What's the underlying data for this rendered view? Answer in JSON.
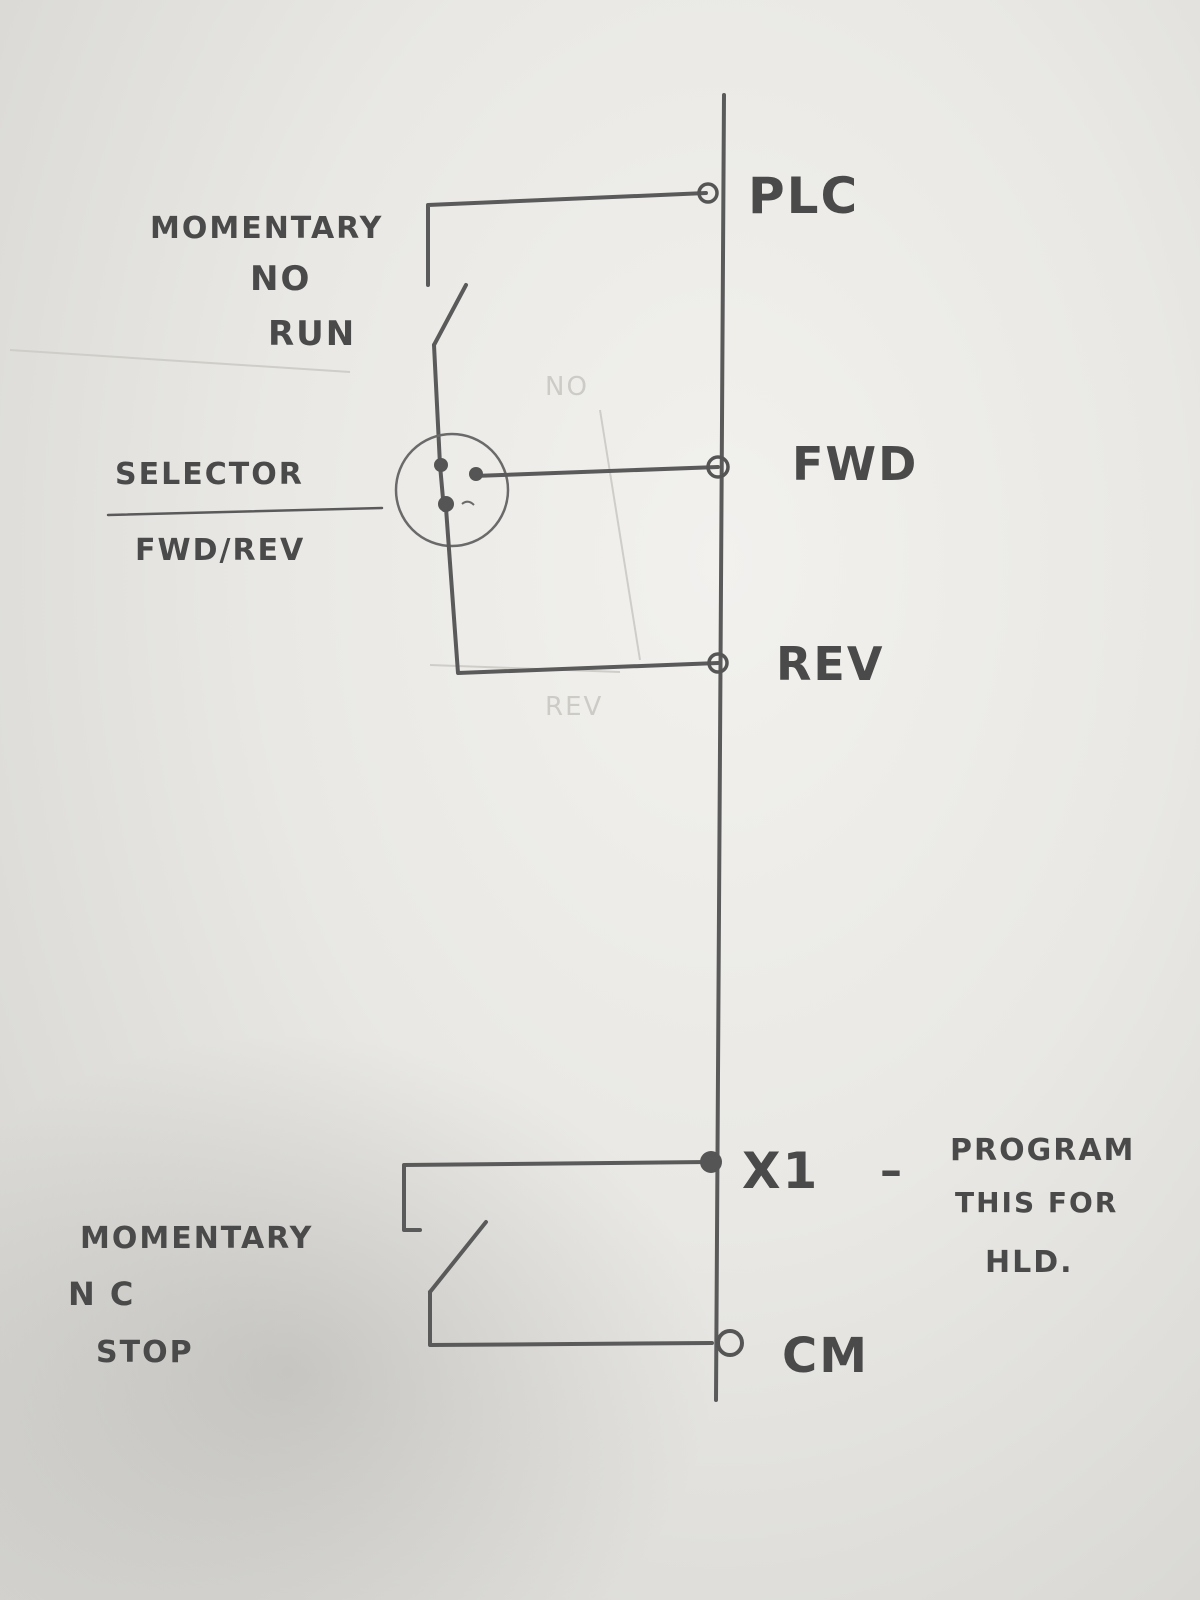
{
  "labels": {
    "momentary_top": "MOMENTARY",
    "no": "NO",
    "run": "RUN",
    "selector": "SELECTOR",
    "fwd_rev": "FWD/REV",
    "momentary_bottom": "MOMENTARY",
    "nc": "N C",
    "stop": "STOP"
  },
  "terminals": {
    "plc": "PLC",
    "fwd": "FWD",
    "rev": "REV",
    "x1": "X1",
    "cm": "CM"
  },
  "note": {
    "dash": "–",
    "line1": "PROGRAM",
    "line2": "THIS FOR",
    "line3": "HLD."
  },
  "show_through": {
    "no": "NO",
    "rev": "REV"
  },
  "colors": {
    "paper": "#efeeeb",
    "pencil": "#5a5a5a"
  }
}
